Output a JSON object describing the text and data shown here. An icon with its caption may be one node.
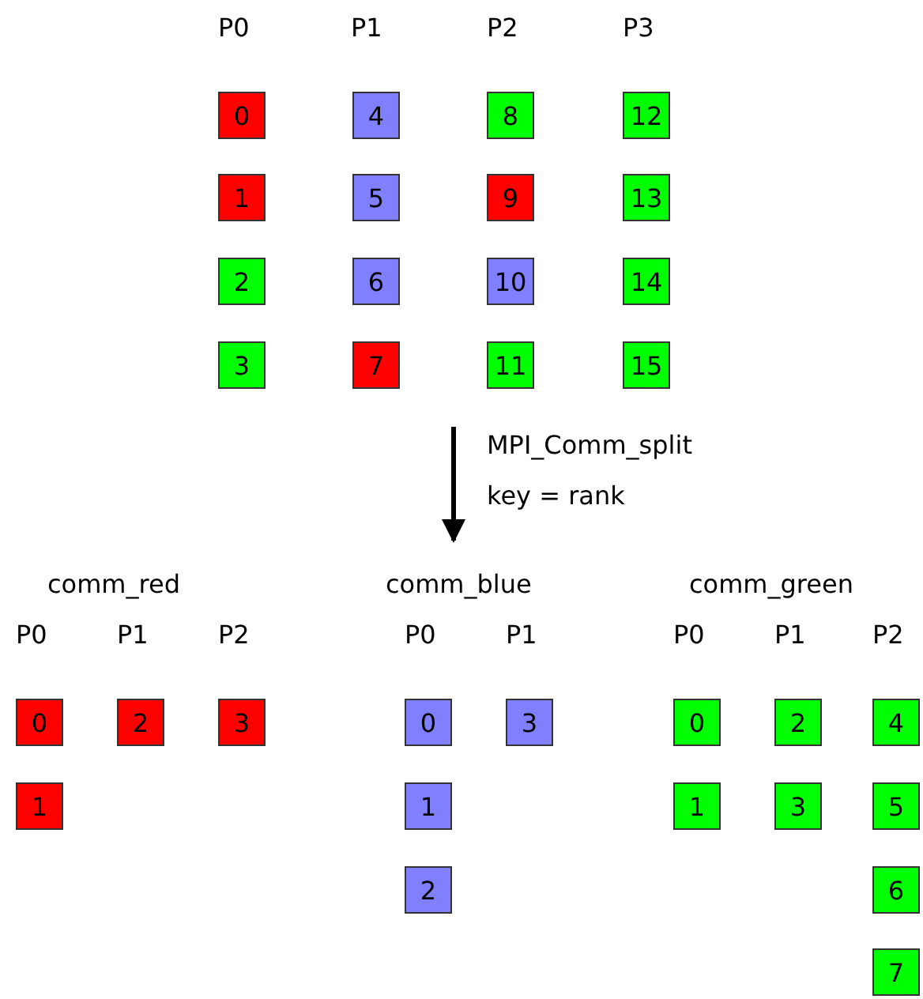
{
  "diagram": {
    "nodes": [
      {
        "text": [
          "0"
        ]
      },
      {
        "text": [
          "4"
        ]
      },
      {
        "text": [
          "8"
        ]
      },
      {
        "text": [
          "12"
        ]
      },
      {
        "text": [
          "1"
        ]
      },
      {
        "text": [
          "5"
        ]
      },
      {
        "text": [
          "9"
        ]
      },
      {
        "text": [
          "13"
        ]
      },
      {
        "text": [
          "2"
        ]
      },
      {
        "text": [
          "6"
        ]
      },
      {
        "text": [
          "10"
        ]
      },
      {
        "text": [
          "14"
        ]
      },
      {
        "text": [
          "3"
        ]
      },
      {
        "text": [
          "7"
        ]
      },
      {
        "text": [
          "11"
        ]
      },
      {
        "text": [
          "15"
        ]
      },
      {
        "text": [
          "0"
        ]
      },
      {
        "text": [
          "2"
        ]
      },
      {
        "text": [
          "3"
        ]
      },
      {
        "text": [
          "0"
        ]
      },
      {
        "text": [
          "3"
        ]
      },
      {
        "text": [
          "0"
        ]
      },
      {
        "text": [
          "2"
        ]
      },
      {
        "text": [
          "4"
        ]
      },
      {
        "text": [
          "1"
        ]
      },
      {
        "text": [
          "1"
        ]
      },
      {
        "text": [
          "1"
        ]
      },
      {
        "text": [
          "3"
        ]
      },
      {
        "text": [
          "5"
        ]
      },
      {
        "text": [
          "2"
        ]
      },
      {
        "text": [
          "6"
        ]
      },
      {
        "text": [
          "7"
        ]
      }
    ],
    "labels": [
      "P0",
      "P1",
      "P2",
      "P3",
      "MPI_Comm_split",
      "key = rank",
      "comm_red",
      "comm_blue",
      "comm_green",
      "P0",
      "P1",
      "P2",
      "P0",
      "P1",
      "P0",
      "P1",
      "P2"
    ]
  }
}
